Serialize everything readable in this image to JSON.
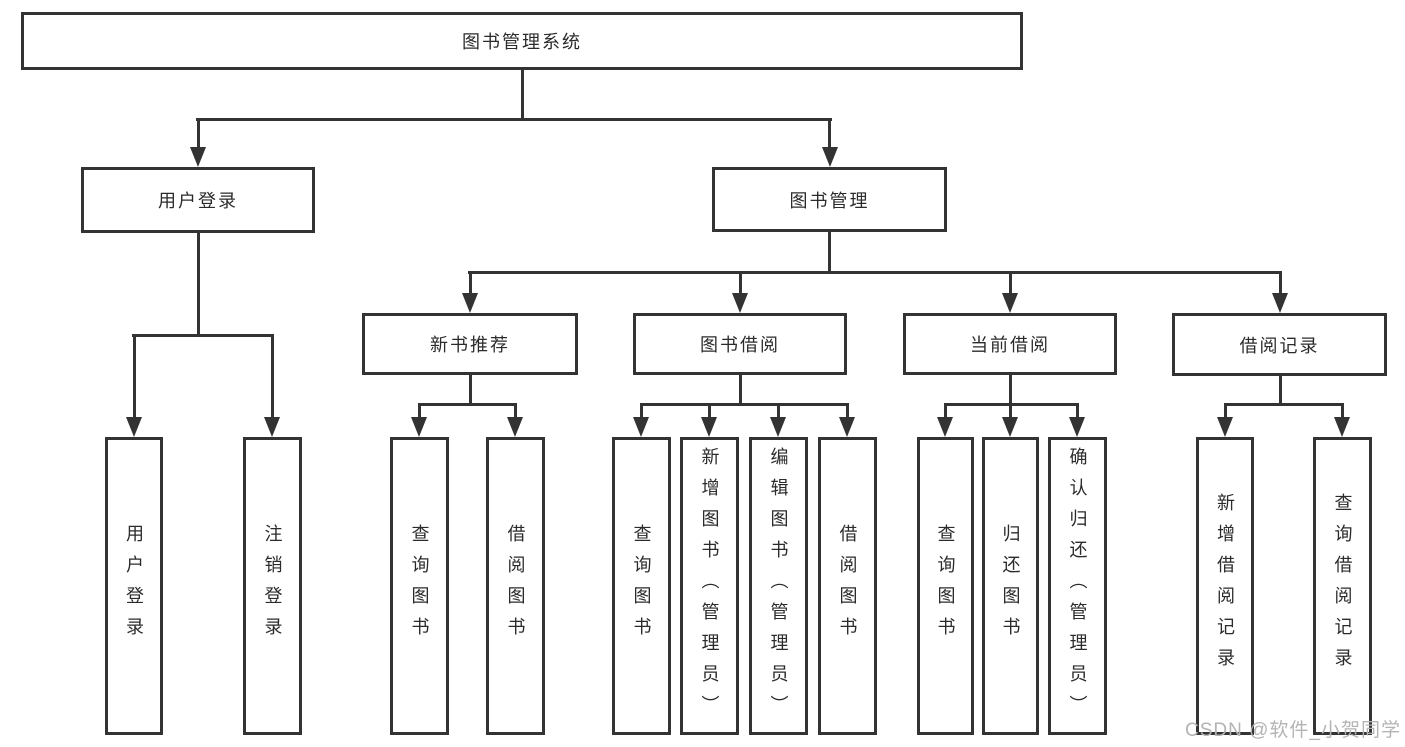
{
  "diagram": {
    "root": {
      "label": "图书管理系统"
    },
    "branches": [
      {
        "label": "用户登录",
        "children": [
          {
            "label": "用户登录"
          },
          {
            "label": "注销登录"
          }
        ]
      },
      {
        "label": "图书管理",
        "children": [
          {
            "label": "新书推荐",
            "children": [
              {
                "label": "查询图书"
              },
              {
                "label": "借阅图书"
              }
            ]
          },
          {
            "label": "图书借阅",
            "children": [
              {
                "label": "查询图书"
              },
              {
                "label": "新增图书（管理员）"
              },
              {
                "label": "编辑图书（管理员）"
              },
              {
                "label": "借阅图书"
              }
            ]
          },
          {
            "label": "当前借阅",
            "children": [
              {
                "label": "查询图书"
              },
              {
                "label": "归还图书"
              },
              {
                "label": "确认归还（管理员）"
              }
            ]
          },
          {
            "label": "借阅记录",
            "children": [
              {
                "label": "新增借阅记录"
              },
              {
                "label": "查询借阅记录"
              }
            ]
          }
        ]
      }
    ]
  },
  "watermark": {
    "text": "CSDN @软件_小贺同学"
  },
  "colors": {
    "line": "#333333",
    "box_border": "#333333",
    "text": "#2b2b2b",
    "watermark": "#b4b4b4",
    "background": "#ffffff"
  }
}
